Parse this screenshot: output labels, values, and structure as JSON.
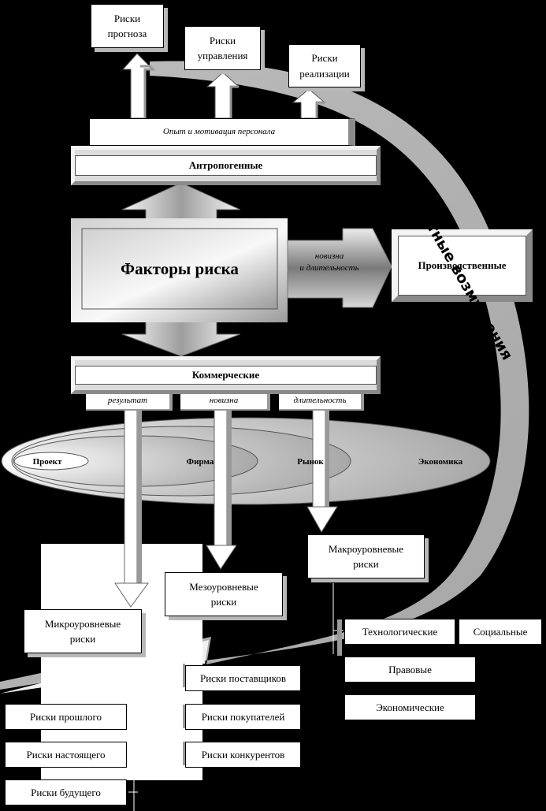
{
  "top_boxes": {
    "forecast": "Риски прогноза",
    "management": "Риски управления",
    "realization": "Риски реализации"
  },
  "experience_label": "Опыт и мотивация персонала",
  "anthropogenic_label": "Антропогенные",
  "central_label": "Факторы риска",
  "arrow_label": "новизна и длительность",
  "production_label": "Производственные",
  "orbital_label": "Орбитные возмущения",
  "commercial_label": "Коммерческие",
  "tabs": {
    "result": "результат",
    "novelty": "новизна",
    "duration": "длительность"
  },
  "ovals": {
    "project": "Проект",
    "firm": "Фирма",
    "market": "Рынок",
    "economy": "Экономика"
  },
  "level_boxes": {
    "macro": "Макроуровневые риски",
    "meso": "Мезоуровневые риски",
    "micro": "Микроуровневые риски"
  },
  "macro_items": {
    "tech": "Технологические",
    "social": "Социальные",
    "legal": "Правовые",
    "economic": "Экономические"
  },
  "meso_items": [
    "Риски поставщиков",
    "Риски покупателей",
    "Риски конкурентов"
  ],
  "micro_items": [
    "Риски прошлого",
    "Риски настоящего",
    "Риски будущего"
  ]
}
